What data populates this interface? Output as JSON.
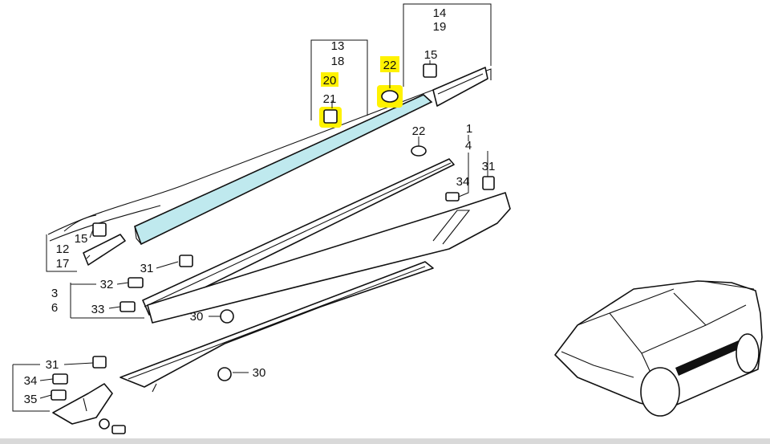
{
  "labels": {
    "p1": "1",
    "p3": "3",
    "p4": "4",
    "p6": "6",
    "p12": "12",
    "p13": "13",
    "p14": "14",
    "p15a": "15",
    "p15b": "15",
    "p17": "17",
    "p18": "18",
    "p19": "19",
    "p20": "20",
    "p21": "21",
    "p22a": "22",
    "p22b": "22",
    "p30a": "30",
    "p30b": "30",
    "p31a": "31",
    "p31b": "31",
    "p31c": "31",
    "p32": "32",
    "p33": "33",
    "p34a": "34",
    "p34b": "34",
    "p35": "35"
  },
  "highlighted": [
    "20",
    "22"
  ],
  "colors": {
    "highlight": "#fff200",
    "garnish": "#bfe9ee",
    "line": "#111111"
  }
}
